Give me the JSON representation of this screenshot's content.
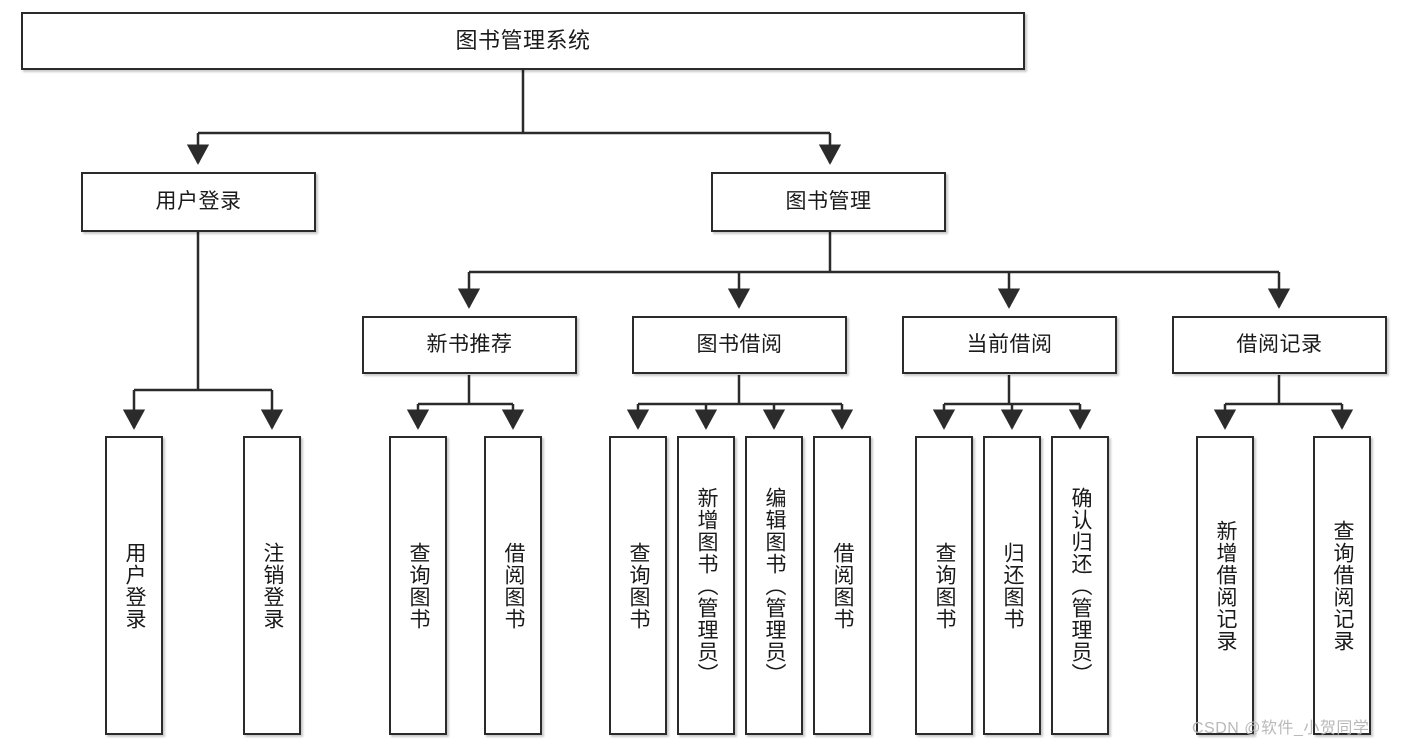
{
  "diagram": {
    "type": "tree",
    "title": "图书管理系统",
    "orientation": "top-down",
    "colors": {
      "box_border": "#2b2b2b",
      "box_fill": "#ffffff",
      "edge": "#2b2b2b",
      "text": "#1a1a1a",
      "watermark": "#b9b9b9"
    }
  },
  "watermark": {
    "text": "CSDN @软件_小贺同学"
  },
  "nodes": {
    "root": {
      "label": "图书管理系统"
    },
    "level2": [
      {
        "label": "用户登录"
      },
      {
        "label": "图书管理"
      }
    ],
    "level3": [
      {
        "label": "新书推荐"
      },
      {
        "label": "图书借阅"
      },
      {
        "label": "当前借阅"
      },
      {
        "label": "借阅记录"
      }
    ],
    "leaves": {
      "user_login": [
        {
          "label": "用户登录"
        },
        {
          "label": "注销登录"
        }
      ],
      "new_book_recommend": [
        {
          "label": "查询图书"
        },
        {
          "label": "借阅图书"
        }
      ],
      "book_borrow": [
        {
          "label": "查询图书"
        },
        {
          "label": "新增图书（管理员）"
        },
        {
          "label": "编辑图书（管理员）"
        },
        {
          "label": "借阅图书"
        }
      ],
      "current_borrow": [
        {
          "label": "查询图书"
        },
        {
          "label": "归还图书"
        },
        {
          "label": "确认归还（管理员）"
        }
      ],
      "borrow_records": [
        {
          "label": "新增借阅记录"
        },
        {
          "label": "查询借阅记录"
        }
      ]
    }
  }
}
